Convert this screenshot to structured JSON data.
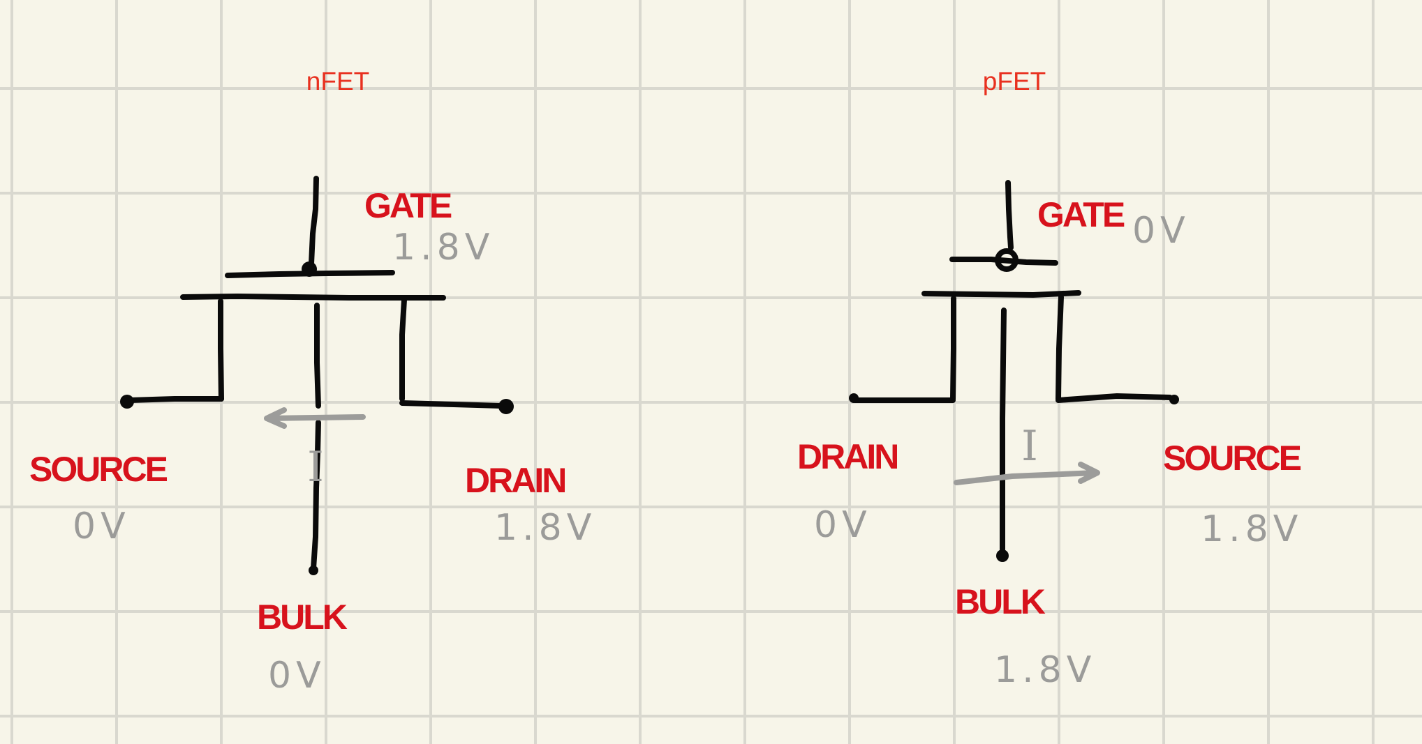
{
  "nfet": {
    "title": "nFET",
    "gate": {
      "label": "GATE",
      "voltage": "1.8V"
    },
    "source": {
      "label": "SOURCE",
      "voltage": "0V"
    },
    "drain": {
      "label": "DRAIN",
      "voltage": "1.8V"
    },
    "bulk": {
      "label": "BULK",
      "voltage": "0V"
    },
    "current_label": "I",
    "current_direction": "drain-to-source (left)"
  },
  "pfet": {
    "title": "pFET",
    "gate": {
      "label": "GATE",
      "voltage": "0V"
    },
    "source": {
      "label": "SOURCE",
      "voltage": "1.8V"
    },
    "drain": {
      "label": "DRAIN",
      "voltage": "0V"
    },
    "bulk": {
      "label": "BULK",
      "voltage": "1.8V"
    },
    "current_label": "I",
    "current_direction": "source-to-drain (right)"
  },
  "colors": {
    "background": "#f7f5e9",
    "grid": "#d9d8cf",
    "wire": "#0a0a0a",
    "terminal_label": "#d7121c",
    "title": "#e8301f",
    "annotation": "#9b9b99"
  }
}
